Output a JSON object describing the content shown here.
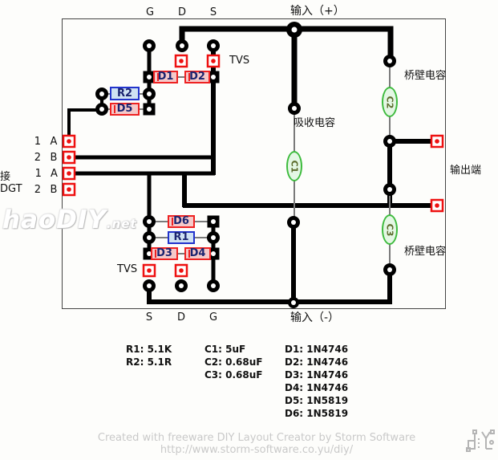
{
  "colors": {
    "trace_black": "#000000",
    "lead_gray": "#7a7a7a",
    "pad_red": "#ee1111",
    "diode_border": "#ee2222",
    "diode_fill": "#f5c9c9",
    "resistor_border": "#2233cc",
    "resistor_fill": "#cfe2f3",
    "cap_border": "#3dbb3d",
    "cap_fill": "#e4f7e4",
    "component_text": "#1a2470",
    "cap_text": "#5a6a2a",
    "label_black": "#111111",
    "footer_gray": "#c9c9c9",
    "board_bg": "#fdfdfb"
  },
  "board": {
    "top_pins": {
      "g": "G",
      "d": "D",
      "s": "S"
    },
    "bottom_pins": {
      "s": "S",
      "d": "D",
      "g": "G"
    },
    "input_pos": "输入（+）",
    "input_neg": "输入（-）",
    "tvs_top": "TVS",
    "tvs_bottom": "TVS",
    "bridge_cap_top": "桥壁电容",
    "bridge_cap_bottom": "桥壁电容",
    "absorb_cap": "吸收电容",
    "output_label": "输出端",
    "connector": {
      "rows": [
        {
          "prefix": "",
          "num": "1",
          "letter": "A"
        },
        {
          "prefix": "",
          "num": "2",
          "letter": "B"
        },
        {
          "prefix": "接DGT",
          "num": "1",
          "letter": "A"
        },
        {
          "prefix": "",
          "num": "2",
          "letter": "B"
        }
      ]
    },
    "components": {
      "d1": "D1",
      "d2": "D2",
      "d3": "D3",
      "d4": "D4",
      "d5": "D5",
      "d6": "D6",
      "r1": "R1",
      "r2": "R2",
      "c1": "C1",
      "c2": "C2",
      "c3": "C3"
    }
  },
  "parts_list": {
    "resistors": [
      "R1: 5.1K",
      "R2: 5.1R"
    ],
    "capacitors": [
      "C1: 5uF",
      "C2: 0.68uF",
      "C3: 0.68uF"
    ],
    "diodes": [
      "D1: 1N4746",
      "D2: 1N4746",
      "D3: 1N4746",
      "D4: 1N4746",
      "D5: 1N5819",
      "D6: 1N5819"
    ]
  },
  "footer": {
    "line1": "Created with freeware DIY Layout Creator by Storm Software",
    "line2": "http://www.storm-software.co.yu/diy/"
  },
  "watermark": {
    "main": "haoDIY",
    "suffix": ".net"
  }
}
